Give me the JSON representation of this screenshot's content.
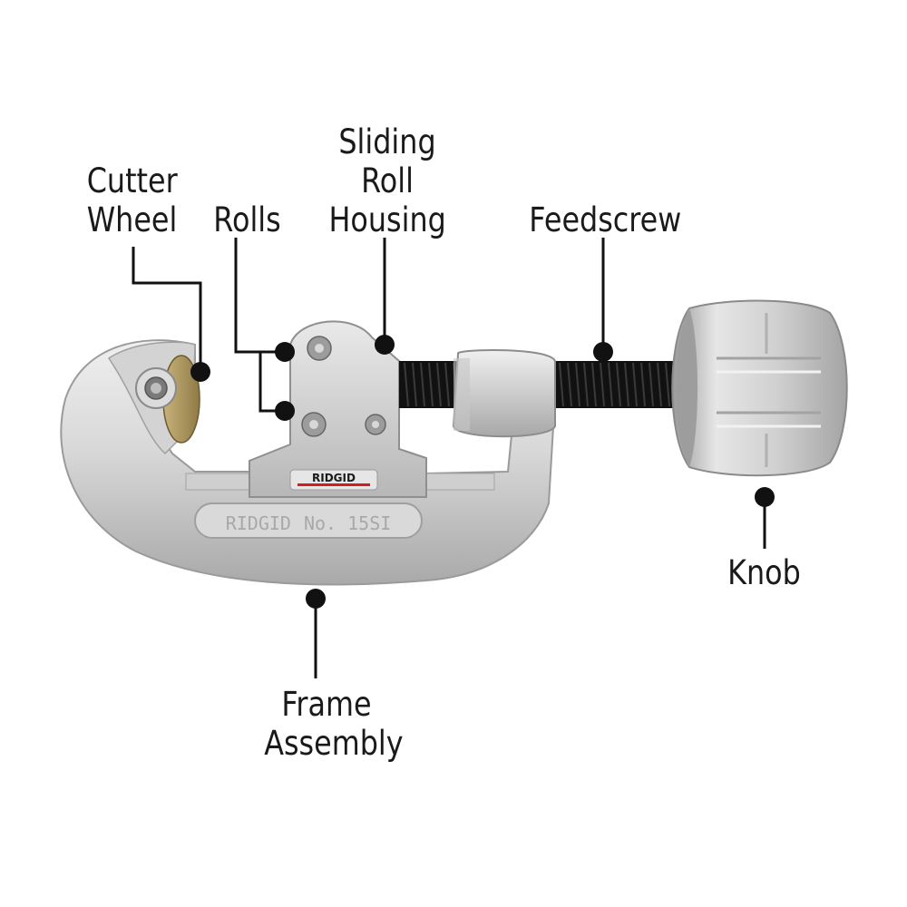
{
  "labels": {
    "cutter_wheel": [
      "Cutter",
      "Wheel"
    ],
    "rolls": [
      "Rolls"
    ],
    "sliding_roll_housing": [
      "Sliding",
      "Roll",
      "Housing"
    ],
    "feedscrew": [
      "Feedscrew"
    ],
    "knob": [
      "Knob"
    ],
    "frame_assembly": [
      "Frame",
      "Assembly"
    ]
  },
  "plate_text": {
    "brand": "RIDGID",
    "model": "No. 15SI"
  },
  "housing_logo": "RIDGID",
  "colors": {
    "leader_line": "#111111",
    "text": "#1a1a1a",
    "logo_red": "#d71920",
    "metal_light": "#e4e4e4",
    "metal_mid": "#bdbdbd",
    "metal_dark": "#8e8e8e",
    "screw_black": "#111111"
  }
}
